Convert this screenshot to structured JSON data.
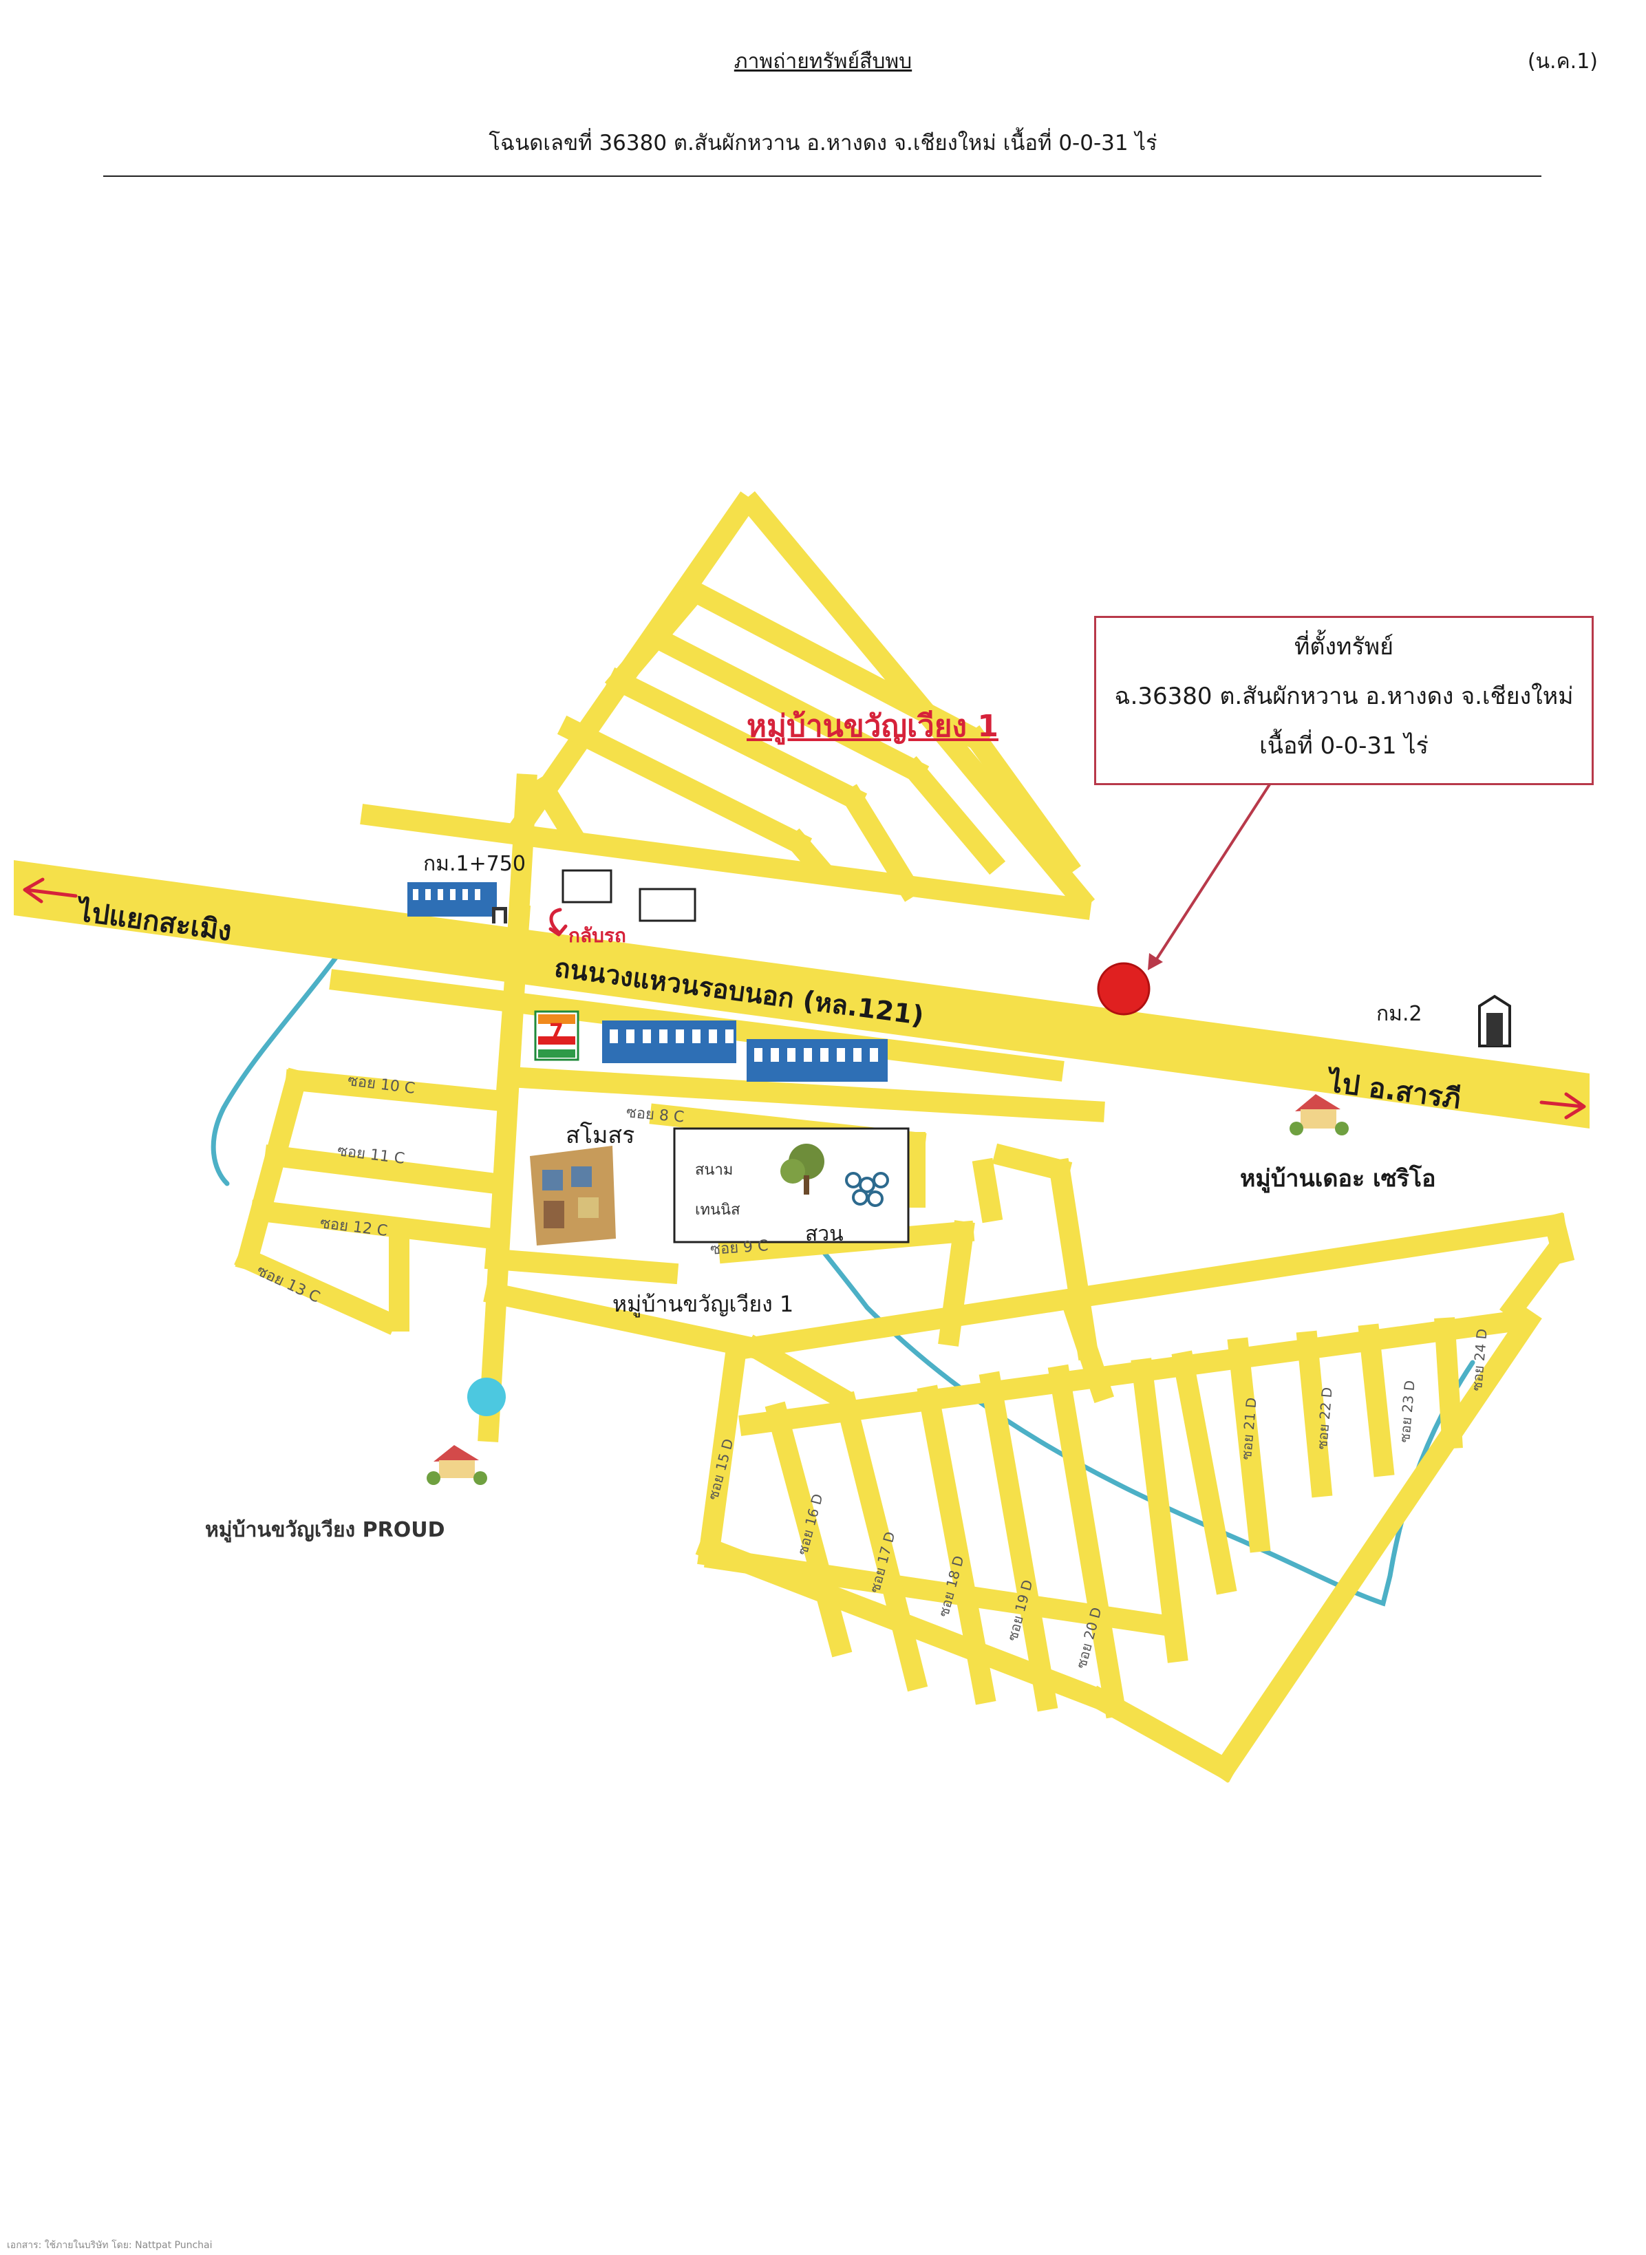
{
  "header": {
    "title": "ภาพถ่ายทรัพย์สืบพบ",
    "doc_code": "(น.ค.1)",
    "subtitle": "โฉนดเลขที่ 36380 ต.สันผักหวาน อ.หางดง จ.เชียงใหม่ เนื้อที่ 0-0-31 ไร่"
  },
  "callout": {
    "title": "ที่ตั้งทรัพย์",
    "line1": "ฉ.36380 ต.สันผักหวาน อ.หางดง จ.เชียงใหม่",
    "line2": "เนื้อที่ 0-0-31 ไร่"
  },
  "map_labels": {
    "village_main_red": "หมู่บ้านขวัญเวียง 1",
    "to_left": "ไปแยกสะเมิง",
    "km_1750": "กม.1+750",
    "u_turn": "กลับรถ",
    "road_name": "ถนนวงแหวนรอบนอก (หล.121)",
    "km_2": "กม.2",
    "to_right": "ไป อ.สารภี",
    "village_the_cerio": "หมู่บ้านเดอะ เซริโอ",
    "clubhouse": "สโมสร",
    "tennis": "สนาม เทนนิส",
    "park": "สวน",
    "village_main_center": "หมู่บ้านขวัญเวียง 1",
    "village_proud": "หมู่บ้านขวัญเวียง PROUD",
    "seven_eleven": "7"
  },
  "soi_labels": {
    "soi_10c": "ซอย 10 C",
    "soi_11c": "ซอย 11 C",
    "soi_12c": "ซอย 12 C",
    "soi_13c": "ซอย 13 C",
    "soi_8c": "ซอย 8 C",
    "soi_9c": "ซอย 9 C",
    "soi_15d": "ซอย 15 D",
    "soi_16d": "ซอย 16 D",
    "soi_17d": "ซอย 17 D",
    "soi_18d": "ซอย 18 D",
    "soi_19d": "ซอย 19 D",
    "soi_20d": "ซอย 20 D",
    "soi_21d": "ซอย 21 D",
    "soi_22d": "ซอย 22 D",
    "soi_23d": "ซอย 23 D",
    "soi_24d": "ซอย 24 D"
  },
  "footer": {
    "note": "เอกสาร: ใช้ภายในบริษัท โดย: Nattpat Punchai"
  },
  "colors": {
    "road": "#f5e04a",
    "canal": "#4cb0c6",
    "marker": "#e02020",
    "label_red": "#d6223a",
    "callout_border": "#b8394a",
    "building_blue": "#2e6fb5"
  }
}
